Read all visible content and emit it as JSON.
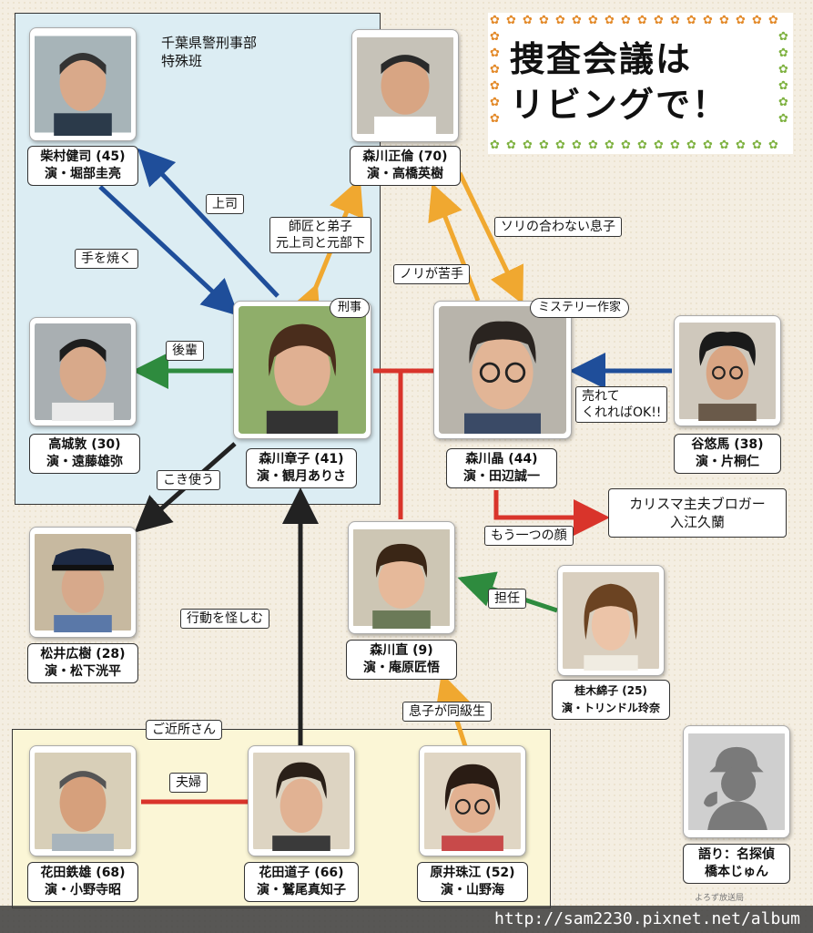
{
  "title": "捜査会議は\nリビングで！",
  "groups": {
    "police": "千葉県警刑事部\n特殊班",
    "neighbors": "ご近所さん"
  },
  "characters": {
    "shibamura": "柴村健司 (45)\n演・堀部圭亮",
    "masanori": "森川正倫 (70)\n演・高橋英樹",
    "akiko": "森川章子 (41)\n演・観月ありさ",
    "akira": "森川晶 (44)\n演・田辺誠一",
    "takagi": "高城敦 (30)\n演・遠藤雄弥",
    "tani": "谷悠馬 (38)\n演・片桐仁",
    "matsui": "松井広樹 (28)\n演・松下洸平",
    "nao": "森川直 (9)\n演・庵原匠悟",
    "katsuragi": "桂木綿子 (25)\n演・トリンドル玲奈",
    "tetsuo": "花田鉄雄 (68)\n演・小野寺昭",
    "michiko": "花田道子 (66)\n演・鷲尾真知子",
    "tamae": "原井珠江 (52)\n演・山野海",
    "narrator": "語り：名探偵\n橋本じゅん"
  },
  "relations": {
    "boss": "上司",
    "burn": "手を焼く",
    "mentor": "師匠と弟子\n元上司と元部下",
    "not_get_along": "ソリの合わない息子",
    "bad_with": "ノリが苦手",
    "junior": "後輩",
    "sell": "売れて\nくれればOK!!",
    "use": "こき使う",
    "suspect": "行動を怪しむ",
    "other_face": "もう一つの顔",
    "homeroom": "担任",
    "couple": "夫婦",
    "classmate": "息子が同級生"
  },
  "bubbles": {
    "detective": "刑事",
    "writer": "ミステリー作家"
  },
  "alter_ego": "カリスマ主夫ブロガー\n入江久蘭",
  "credit": "よろず放送局",
  "watermark": "http://sam2230.pixnet.net/album",
  "colors": {
    "blue": "#1f4e9a",
    "green": "#2e8b3e",
    "orange": "#f0a830",
    "red": "#d9342b",
    "black": "#222222",
    "police_bg": "#dcedf3",
    "neighbors_bg": "#fbf6d6"
  }
}
